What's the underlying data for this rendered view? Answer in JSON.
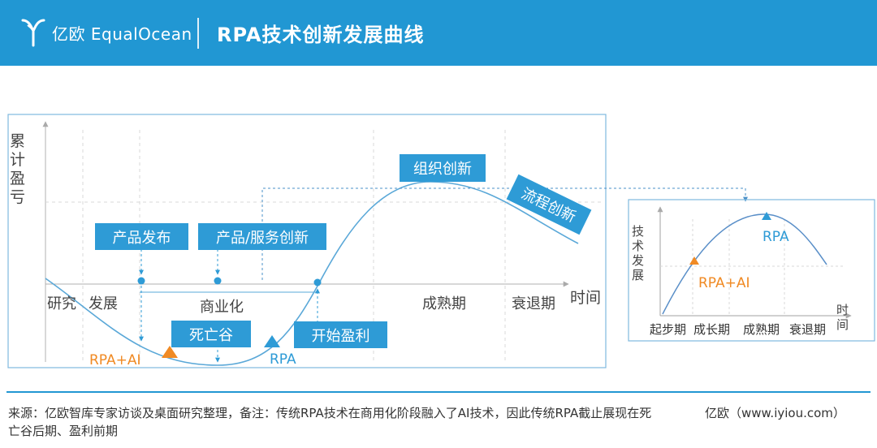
{
  "header": {
    "brand_name": "亿欧 EqualOcean",
    "title": "RPA技术创新发展曲线"
  },
  "main_chart": {
    "y_axis_label": [
      "累",
      "计",
      "盈",
      "亏"
    ],
    "x_axis_label": "时间",
    "phases": {
      "research": "研究",
      "development": "发展",
      "commercialization": "商业化",
      "maturity": "成熟期",
      "decline": "衰退期"
    },
    "callouts": {
      "product_launch": "产品发布",
      "service_innovation": "产品/服务创新",
      "death_valley": "死亡谷",
      "start_profit": "开始盈利",
      "org_innovation": "组织创新",
      "process_innovation": "流程创新"
    },
    "markers": {
      "rpa_ai": "RPA+AI",
      "rpa": "RPA"
    }
  },
  "inset_chart": {
    "y_axis_label": [
      "技",
      "术",
      "发",
      "展"
    ],
    "x_axis_label": [
      "时",
      "间"
    ],
    "phases": [
      "起步期",
      "成长期",
      "成熟期",
      "衰退期"
    ],
    "markers": {
      "rpa": "RPA",
      "rpa_ai": "RPA+AI"
    }
  },
  "colors": {
    "brand": "#2197d3",
    "curve": "#5aa8d8",
    "orange": "#f08a24",
    "callout": "#2e9bd6"
  },
  "footer": {
    "note": "来源：亿欧智库专家访谈及桌面研究整理，备注：传统RPA技术在商用化阶段融入了AI技术，因此传统RPA截止展现在死亡谷后期、盈利前期",
    "source": "亿欧（www.iyiou.com）"
  }
}
